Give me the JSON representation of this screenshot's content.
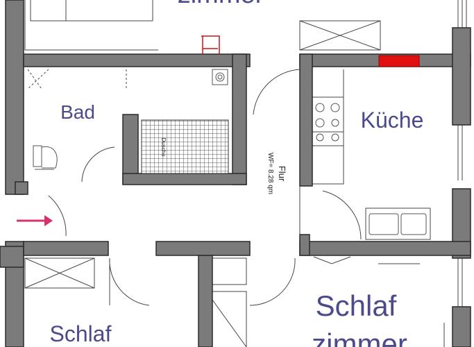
{
  "plan": {
    "colors": {
      "wall": "#7b7b7b",
      "wall_outline": "#2a2a2a",
      "label": "#4a4a8c",
      "arrow": "#d6336c",
      "heater": "#e01010",
      "radiator_outline": "#d01010",
      "shower_tile": "#555555",
      "fixture": "#555555"
    },
    "rooms": {
      "top": "zimmer",
      "bad": "Bad",
      "kueche": "Küche",
      "schlaf_left": "Schlaf",
      "schlaf_right_1": "Schlaf",
      "schlaf_right_2": "zimmer"
    },
    "flur": {
      "name": "Flur",
      "area": "WF= 8.28 qm"
    },
    "dusche": "Dusche",
    "entrance_arrow": "arrow-right-icon"
  }
}
